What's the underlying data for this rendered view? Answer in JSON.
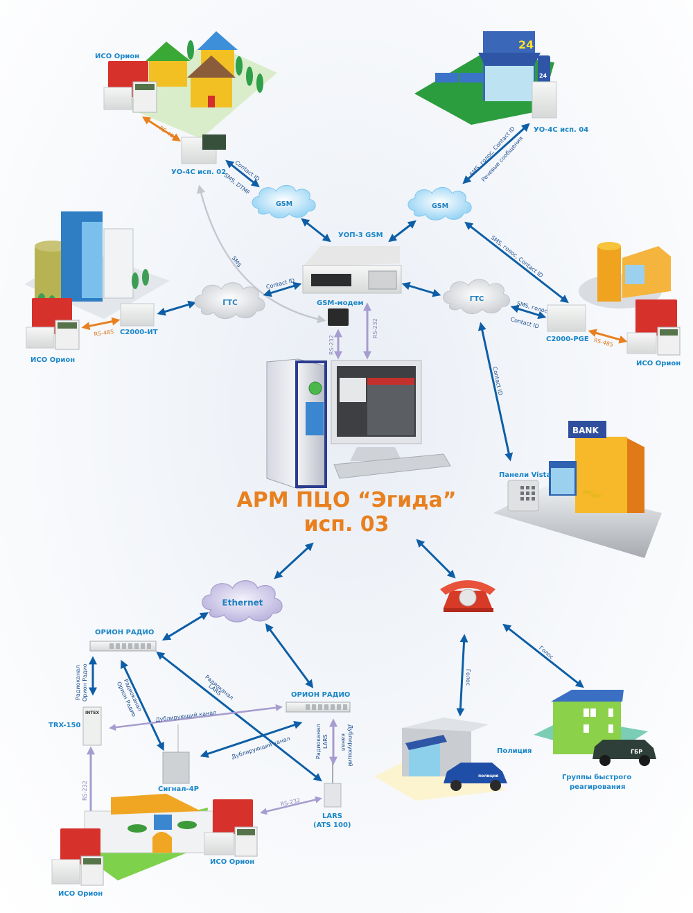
{
  "title": {
    "line1": "АРМ ПЦО “Эгида”",
    "line2": "исп. 03"
  },
  "colors": {
    "link_blue": "#0d5ea6",
    "rs485_orange": "#e8801f",
    "rs232_purple": "#a79ccf",
    "sms_gray": "#c4c8ce",
    "label_blue": "#1a86c8",
    "title_orange": "#e8801f"
  },
  "clouds": {
    "gsm_left": "GSM",
    "gsm_right": "GSM",
    "gtc_left": "ГТС",
    "gtc_right": "ГТС",
    "ethernet": "Ethernet"
  },
  "nodes": {
    "iso_orion_top": "ИСО Орион",
    "uo4c_02": "УО-4С исп. 02",
    "uo4c_04": "УО-4С исп. 04",
    "uop3_gsm": "УОП-3 GSM",
    "gsm_modem": "GSM-модем",
    "c2000_it": "С2000-ИТ",
    "iso_orion_left": "ИСО Орион",
    "c2000_pge": "С2000-PGE",
    "iso_orion_right": "ИСО Орион",
    "vista_panels": "Панели Vista",
    "bank_sign": "BANK",
    "orion_radio_1": "ОРИОН РАДИО",
    "orion_radio_2": "ОРИОН РАДИО",
    "trx150": "TRX-150",
    "intex_brand": "INTEX",
    "signal_4p": "Сигнал-4Р",
    "lars_line1": "LARS",
    "lars_line2": "(ATS 100)",
    "iso_orion_bottom_left": "ИСО Орион",
    "iso_orion_bottom_right": "ИСО Орион",
    "police": "Полиция",
    "police_car": "полиция",
    "rapid_response_line1": "Группы быстрого",
    "rapid_response_line2": "реагирования",
    "gbr_car": "ГБР",
    "shop_sign": "24"
  },
  "edges": {
    "rs485_top": "RS-485",
    "contact_id_uo02": "Contact ID",
    "sms_dtmf_uo02": "SMS, DTMF",
    "sms_voice_cid_uo04": "SMS, голос, Contact ID",
    "voice_messages_uo04": "Речевые сообщения",
    "sms_curve": "SMS",
    "contact_id_gtc_left": "Contact ID",
    "rs485_left": "RS-485",
    "rs232_modem": "RS-232",
    "rs232_uop": "RS-232",
    "sms_voice_cid_pge": "SMS, голос, Contact ID",
    "sms_voice_pge": "SMS, голос",
    "contact_id_pge": "Contact ID",
    "rs485_right": "RS-485",
    "contact_id_vista": "Contact ID",
    "radio_orion_1": "Радиоканал",
    "radio_orion_2": "Орион Радио",
    "radio_orion_diag_1": "Радиоканал",
    "radio_orion_diag_2": "Орион Радио",
    "radio_lars_1": "Радиоканал",
    "radio_lars_2": "LARS",
    "dup_channel_trx": "Дублирующий канал",
    "dup_channel_signal": "Дублирующий канал",
    "radio_lars_vert_1": "Радиоканал",
    "radio_lars_vert_2": "LARS",
    "dup_vert_1": "Дублирующий",
    "dup_vert_2": "канал",
    "rs232_trx": "RS-232",
    "rs232_lars": "RS-232",
    "voice_police": "Голос",
    "voice_gbr": "Голос"
  }
}
